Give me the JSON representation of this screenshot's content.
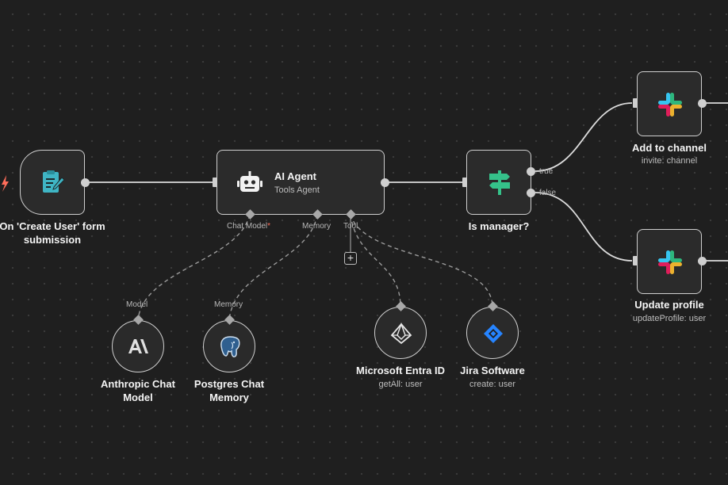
{
  "trigger": {
    "title_line1": "On 'Create User' form",
    "title_line2": "submission",
    "icon": "form-clipboard-icon"
  },
  "agent": {
    "title": "AI Agent",
    "subtitle": "Tools Agent",
    "icon": "robot-icon",
    "ports": {
      "chat_model": "Chat Model",
      "chat_model_required": "*",
      "memory": "Memory",
      "tool": "Tool"
    },
    "add_tool": "+"
  },
  "condition": {
    "title": "Is manager?",
    "icon": "signpost-icon",
    "true_label": "true",
    "false_label": "false"
  },
  "slack_add": {
    "title": "Add to channel",
    "subtitle": "invite: channel",
    "icon": "slack-icon"
  },
  "slack_update": {
    "title": "Update profile",
    "subtitle": "updateProfile: user",
    "icon": "slack-icon"
  },
  "anthropic": {
    "port_label": "Model",
    "title_line1": "Anthropic Chat",
    "title_line2": "Model",
    "icon": "anthropic-icon"
  },
  "postgres": {
    "port_label": "Memory",
    "title_line1": "Postgres Chat",
    "title_line2": "Memory",
    "icon": "postgres-elephant-icon"
  },
  "entra": {
    "title": "Microsoft Entra ID",
    "subtitle": "getAll: user",
    "icon": "entra-id-icon"
  },
  "jira": {
    "title": "Jira Software",
    "subtitle": "create: user",
    "icon": "jira-icon"
  },
  "colors": {
    "background": "#1f1f1f",
    "node": "#2b2b2b",
    "border": "#cfcfcf",
    "trigger_accent": "#ff6d5a",
    "form_icon": "#3fb5c4",
    "if_icon": "#35c28a",
    "jira_blue": "#2684ff"
  }
}
